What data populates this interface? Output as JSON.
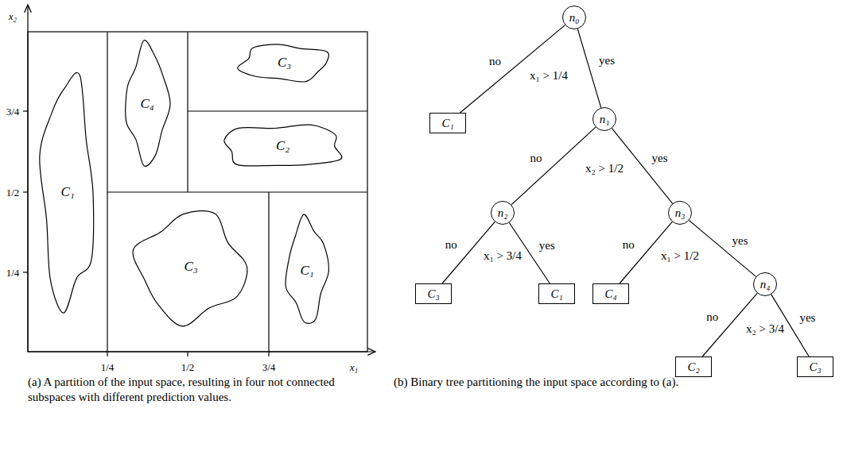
{
  "diagram": {
    "nodes": [
      {
        "text": [
          "C₁"
        ]
      },
      {
        "text": [
          "C₄"
        ]
      },
      {
        "text": [
          "C₃"
        ]
      },
      {
        "text": [
          "C₂"
        ]
      },
      {
        "text": [
          "C₃"
        ]
      },
      {
        "text": [
          "C₁"
        ]
      },
      {
        "text": [
          "n₀"
        ]
      },
      {
        "text": [
          "C₁"
        ]
      },
      {
        "text": [
          "n₁"
        ]
      },
      {
        "text": [
          "n₂"
        ]
      },
      {
        "text": [
          "n₃"
        ]
      },
      {
        "text": [
          "C₃"
        ]
      },
      {
        "text": [
          "C₁"
        ]
      },
      {
        "text": [
          "C₄"
        ]
      },
      {
        "text": [
          "n₄"
        ]
      },
      {
        "text": [
          "C₂"
        ]
      },
      {
        "text": [
          "C₃"
        ]
      }
    ],
    "edges": [
      {
        "from": 6,
        "to": 7,
        "arrow": "none",
        "label": "no"
      },
      {
        "from": 6,
        "to": 8,
        "arrow": "none",
        "label": "yes"
      },
      {
        "from": 8,
        "to": 9,
        "arrow": "none",
        "label": "no"
      },
      {
        "from": 8,
        "to": 10,
        "arrow": "none",
        "label": "yes"
      },
      {
        "from": 9,
        "to": 11,
        "arrow": "none",
        "label": "no"
      },
      {
        "from": 9,
        "to": 12,
        "arrow": "none",
        "label": "yes"
      },
      {
        "from": 10,
        "to": 13,
        "arrow": "none",
        "label": "no"
      },
      {
        "from": 10,
        "to": 14,
        "arrow": "none",
        "label": "yes"
      },
      {
        "from": 14,
        "to": 15,
        "arrow": "none",
        "label": "no"
      },
      {
        "from": 14,
        "to": 16,
        "arrow": "none",
        "label": "yes"
      }
    ],
    "labels": [
      "x₂",
      "3/4",
      "1/2",
      "1/4",
      "1/4",
      "1/2",
      "3/4",
      "x₁",
      "x₁ > 1/4",
      "x₂ > 1/2",
      "x₁ > 3/4",
      "x₁ > 1/2",
      "x₂ > 3/4",
      "(a) A partition of the input space, resulting in four not connected subspaces with different prediction values.",
      "(b) Binary tree partitioning the input space according to (a)."
    ]
  }
}
